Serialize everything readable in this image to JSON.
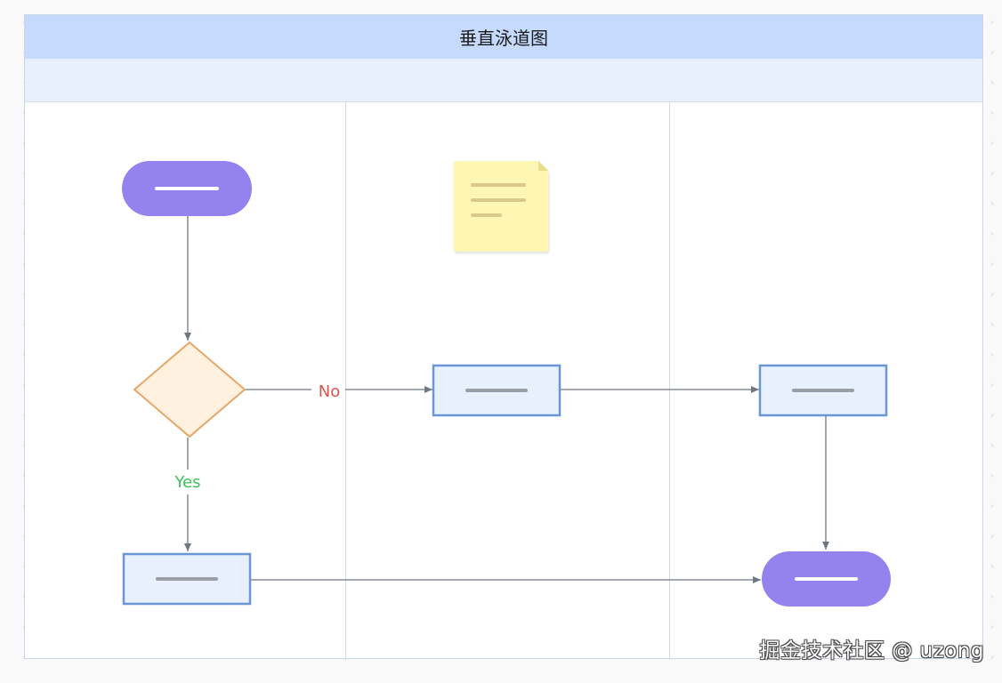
{
  "diagram": {
    "title": "垂直泳道图",
    "lane_count": 3,
    "edge_labels": {
      "no": "No",
      "yes": "Yes"
    }
  },
  "colors": {
    "title_bar": "#c6dafd",
    "header_row": "#e8f0fe",
    "terminal_fill": "#9482ee",
    "process_fill": "#e8f0fe",
    "process_border": "#6a96d6",
    "decision_fill": "#fff1dd",
    "decision_border": "#e5a76a",
    "note_fill": "#fef7b4",
    "connector": "#6f7782",
    "no_label": "#d9534f",
    "yes_label": "#3cbf5c"
  },
  "watermark": {
    "text": "掘金技术社区 @ uzong"
  }
}
